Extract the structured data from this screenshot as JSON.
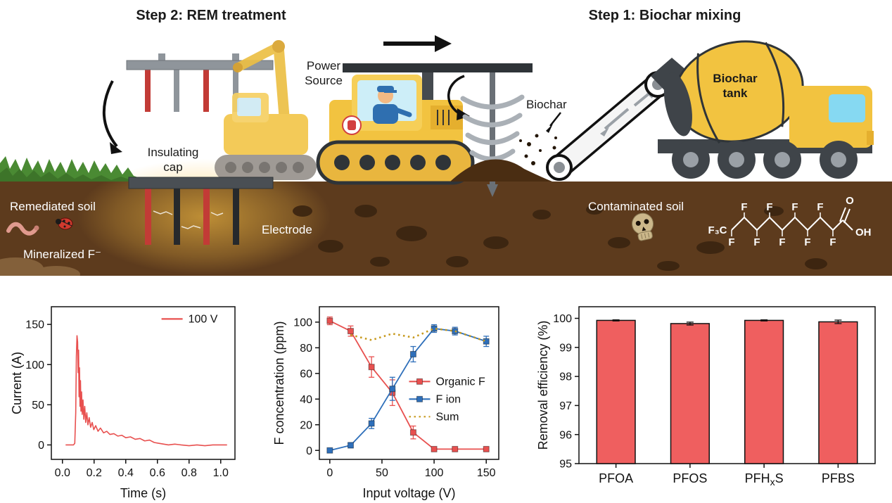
{
  "scene": {
    "step2_title": "Step 2: REM treatment",
    "step1_title": "Step 1: Biochar mixing",
    "power_source": "Power\nSource",
    "biochar": "Biochar",
    "biochar_tank": "Biochar\ntank",
    "insulating_cap": "Insulating\ncap",
    "remediated_soil": "Remediated soil",
    "electrode": "Electrode",
    "mineralized_f": "Mineralized F⁻",
    "contaminated_soil": "Contaminated soil",
    "molecule": {
      "cf3": "F₃C",
      "o": "O",
      "oh": "OH",
      "f_top": [
        "F",
        "F",
        "F",
        "F"
      ],
      "f_bottom": [
        "F",
        "F",
        "F",
        "F",
        "F"
      ]
    },
    "colors": {
      "soil": "#5d3b1d",
      "machine_yellow": "#f2c340",
      "electrode_red": "#c23b36"
    }
  },
  "chart_data": [
    {
      "type": "line",
      "xlabel": "Time (s)",
      "ylabel": "Current (A)",
      "xlim": [
        -0.07,
        1.09
      ],
      "ylim": [
        -18,
        172
      ],
      "xticks": {
        "values": [
          0,
          0.2,
          0.4,
          0.6,
          0.8,
          1.0
        ],
        "labels": [
          "0.0",
          "0.2",
          "0.4",
          "0.6",
          "0.8",
          "1.0"
        ]
      },
      "yticks": {
        "values": [
          0,
          50,
          100,
          150
        ],
        "labels": [
          "0",
          "50",
          "100",
          "150"
        ]
      },
      "series": [
        {
          "name": "100 V",
          "color": "#e8504f",
          "width": 1.6,
          "points": [
            [
              0.02,
              0
            ],
            [
              0.05,
              0
            ],
            [
              0.07,
              0
            ],
            [
              0.078,
              2
            ],
            [
              0.084,
              40
            ],
            [
              0.088,
              110
            ],
            [
              0.092,
              136
            ],
            [
              0.096,
              128
            ],
            [
              0.099,
              90
            ],
            [
              0.102,
              118
            ],
            [
              0.105,
              60
            ],
            [
              0.108,
              96
            ],
            [
              0.111,
              48
            ],
            [
              0.114,
              80
            ],
            [
              0.117,
              42
            ],
            [
              0.121,
              66
            ],
            [
              0.125,
              38
            ],
            [
              0.13,
              56
            ],
            [
              0.135,
              32
            ],
            [
              0.141,
              48
            ],
            [
              0.147,
              28
            ],
            [
              0.154,
              40
            ],
            [
              0.161,
              25
            ],
            [
              0.169,
              34
            ],
            [
              0.178,
              22
            ],
            [
              0.188,
              28
            ],
            [
              0.198,
              19
            ],
            [
              0.21,
              24
            ],
            [
              0.225,
              17
            ],
            [
              0.24,
              21
            ],
            [
              0.26,
              15
            ],
            [
              0.28,
              17
            ],
            [
              0.3,
              13
            ],
            [
              0.325,
              14
            ],
            [
              0.35,
              11
            ],
            [
              0.375,
              12
            ],
            [
              0.4,
              9
            ],
            [
              0.43,
              10
            ],
            [
              0.46,
              7
            ],
            [
              0.49,
              8
            ],
            [
              0.52,
              5
            ],
            [
              0.55,
              6
            ],
            [
              0.58,
              3
            ],
            [
              0.61,
              2
            ],
            [
              0.64,
              1
            ],
            [
              0.67,
              0
            ],
            [
              0.71,
              1
            ],
            [
              0.75,
              0
            ],
            [
              0.8,
              -1
            ],
            [
              0.85,
              0
            ],
            [
              0.9,
              -1
            ],
            [
              0.95,
              0
            ],
            [
              1.0,
              0
            ],
            [
              1.04,
              0
            ]
          ]
        }
      ],
      "legend": {
        "x": 0.6,
        "y": 0.08,
        "items": [
          {
            "label": "100 V",
            "color": "#e8504f",
            "marker": false,
            "dash": false
          }
        ]
      }
    },
    {
      "type": "scatter-line",
      "xlabel": "Input voltage (V)",
      "ylabel": "F concentration (ppm)",
      "xlim": [
        -10,
        162
      ],
      "ylim": [
        -7,
        112
      ],
      "xticks": {
        "values": [
          0,
          50,
          100,
          150
        ],
        "labels": [
          "0",
          "50",
          "100",
          "150"
        ]
      },
      "yticks": {
        "values": [
          0,
          20,
          40,
          60,
          80,
          100
        ],
        "labels": [
          "0",
          "20",
          "40",
          "60",
          "80",
          "100"
        ]
      },
      "series": [
        {
          "name": "Organic F",
          "color": "#e8504f",
          "marker": true,
          "width": 1.8,
          "x": [
            0,
            20,
            40,
            60,
            80,
            100,
            120,
            150
          ],
          "y": [
            101,
            93,
            65,
            45,
            14,
            1,
            1,
            1
          ],
          "err": [
            3,
            4,
            8,
            10,
            5,
            1,
            1,
            1
          ]
        },
        {
          "name": "F ion",
          "color": "#2e6fba",
          "marker": true,
          "width": 1.8,
          "x": [
            0,
            20,
            40,
            60,
            80,
            100,
            120,
            150
          ],
          "y": [
            0,
            4,
            21,
            48,
            75,
            95,
            93,
            85
          ],
          "err": [
            1,
            2,
            4,
            9,
            6,
            3,
            3,
            4
          ]
        },
        {
          "name": "Sum",
          "color": "#c79a1e",
          "dash": true,
          "width": 2.6,
          "x": [
            20,
            40,
            60,
            80,
            100,
            120,
            150
          ],
          "y": [
            90,
            86,
            91,
            88,
            95,
            93,
            85
          ]
        }
      ],
      "legend": {
        "x": 0.5,
        "y": 0.49,
        "items": [
          {
            "label": "Organic F",
            "color": "#e8504f",
            "marker": true,
            "dash": false
          },
          {
            "label": "F ion",
            "color": "#2e6fba",
            "marker": true,
            "dash": false
          },
          {
            "label": "Sum",
            "color": "#c79a1e",
            "marker": false,
            "dash": true
          }
        ]
      }
    },
    {
      "type": "bar",
      "xlabel": "",
      "ylabel": "Removal efficiency (%)",
      "categories": [
        "PFOA",
        "PFOS",
        "PFH_xS",
        "PFBS"
      ],
      "values": [
        99.93,
        99.82,
        99.93,
        99.88
      ],
      "errors": [
        0.02,
        0.05,
        0.02,
        0.06
      ],
      "bar_color": "#ef5f5f",
      "bar_edge": "#111111",
      "ylim": [
        95,
        100.4
      ],
      "yticks": {
        "values": [
          95,
          96,
          97,
          98,
          99,
          100
        ],
        "labels": [
          "95",
          "96",
          "97",
          "98",
          "99",
          "100"
        ]
      }
    }
  ]
}
